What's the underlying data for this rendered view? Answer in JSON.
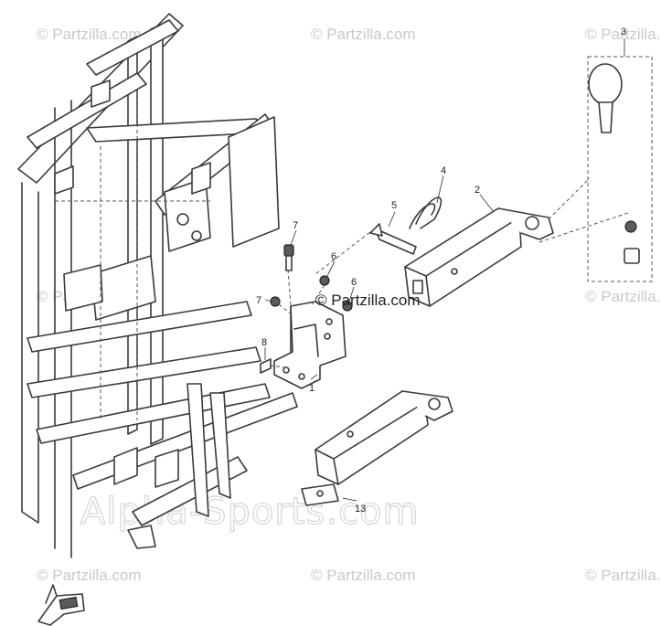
{
  "watermarks": {
    "partzilla": "© Partzilla.com",
    "center": "© Partzilla.com",
    "alpha": "Alpha-Sports.com"
  },
  "callouts": {
    "c1": "1",
    "c2": "2",
    "c3": "3",
    "c4": "4",
    "c5": "5",
    "c6a": "6",
    "c6b": "6",
    "c7a": "7",
    "c7b": "7",
    "c8": "8",
    "c13": "13"
  },
  "icons": {
    "direction": "fr-arrow-icon"
  }
}
